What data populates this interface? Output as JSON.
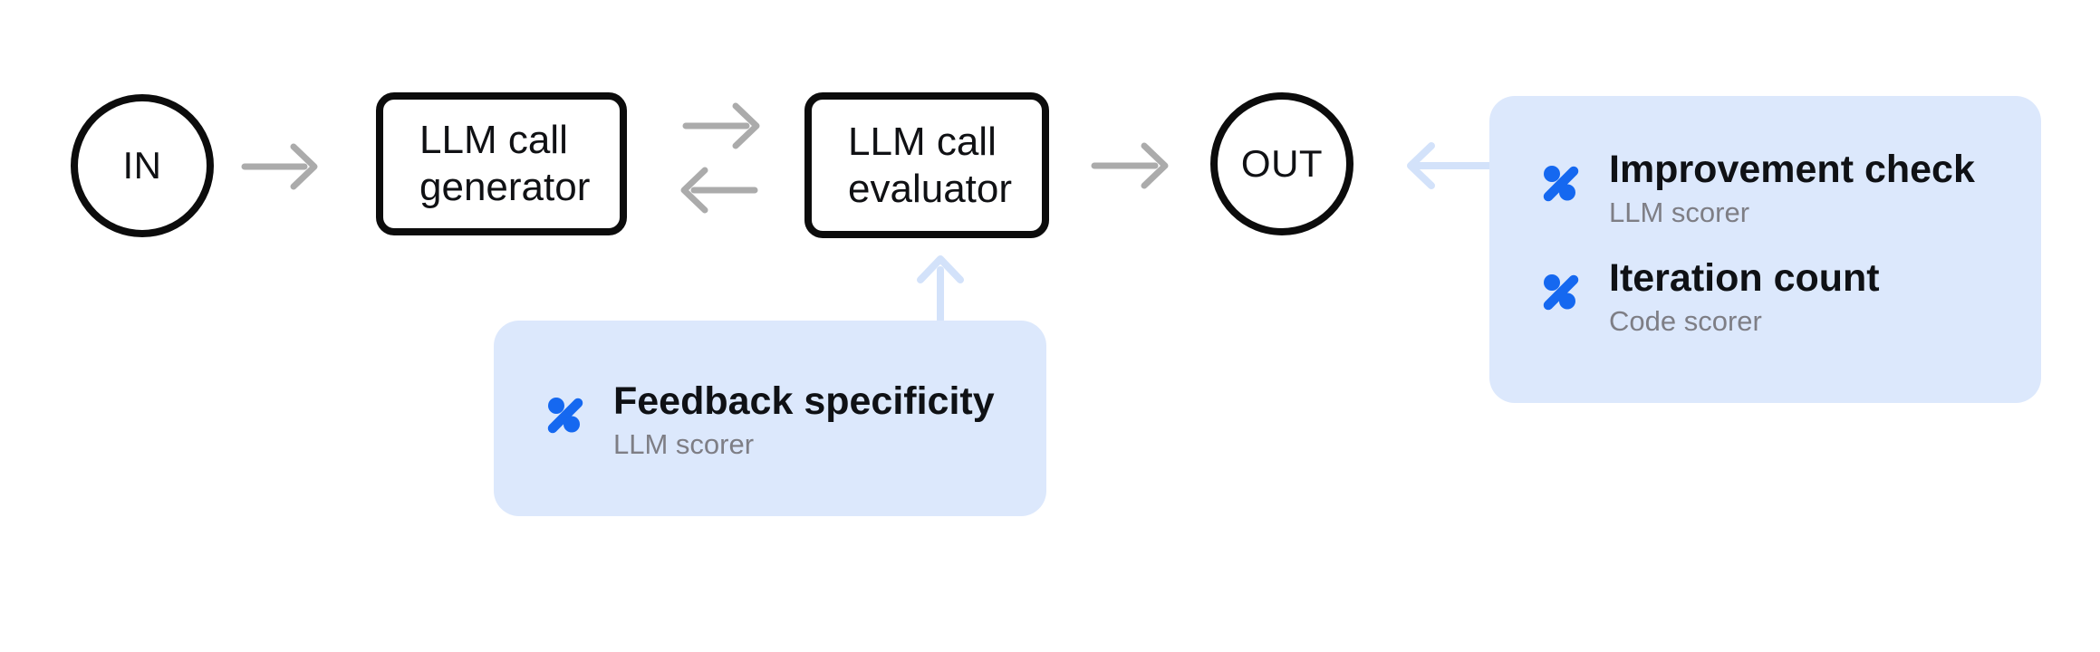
{
  "diagram": {
    "nodes": {
      "input_terminal": {
        "label": "IN"
      },
      "generator": {
        "lines": [
          "LLM call",
          "generator"
        ]
      },
      "evaluator": {
        "lines": [
          "LLM call",
          "evaluator"
        ]
      },
      "output_terminal": {
        "label": "OUT"
      }
    },
    "scorer_cards": {
      "evaluator_scorers": {
        "items": [
          {
            "title": "Feedback specificity",
            "subtitle": "LLM scorer",
            "icon": "percent-scorer-icon"
          }
        ]
      },
      "output_scorers": {
        "items": [
          {
            "title": "Improvement check",
            "subtitle": "LLM scorer",
            "icon": "percent-scorer-icon"
          },
          {
            "title": "Iteration count",
            "subtitle": "Code scorer",
            "icon": "percent-scorer-icon"
          }
        ]
      }
    },
    "colors": {
      "background": "#ffffff",
      "node-border": "#0c0c0c",
      "node-text": "#101114",
      "arrow-gray": "#ababab",
      "arrow-blue": "#d3e2fa",
      "card-bg": "#dce8fc",
      "icon-blue": "#1568f0",
      "title-text": "#0f1115",
      "subtitle-text": "#7e7e85"
    }
  }
}
